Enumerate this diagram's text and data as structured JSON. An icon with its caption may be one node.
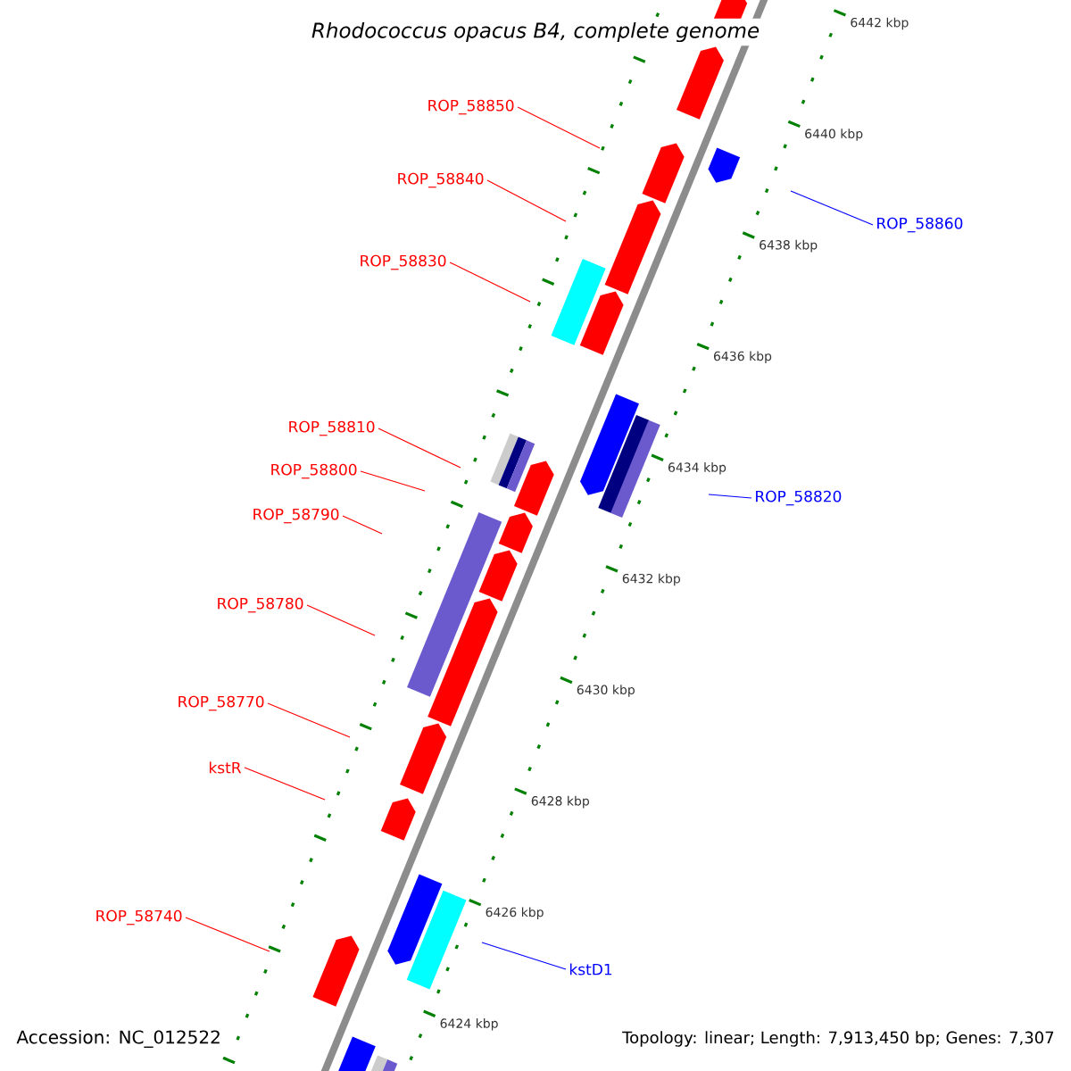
{
  "diagram": {
    "title": "Rhodococcus opacus B4, complete genome",
    "nodes": [
      {
        "text": [
          "ROP_58850"
        ]
      },
      {
        "text": [
          "ROP_58840"
        ]
      },
      {
        "text": [
          "ROP_58830"
        ]
      },
      {
        "text": [
          "ROP_58810"
        ]
      },
      {
        "text": [
          "ROP_58800"
        ]
      },
      {
        "text": [
          "ROP_58790"
        ]
      },
      {
        "text": [
          "ROP_58780"
        ]
      },
      {
        "text": [
          "ROP_58770"
        ]
      },
      {
        "text": [
          "kstR"
        ]
      },
      {
        "text": [
          "ROP_58740"
        ]
      },
      {
        "text": [
          "ROP_58860"
        ]
      },
      {
        "text": [
          "ROP_58820"
        ]
      },
      {
        "text": [
          "kstD1"
        ]
      }
    ],
    "edges": [
      {
        "from": 0,
        "to": null,
        "arrow": "none"
      },
      {
        "from": 1,
        "to": null,
        "arrow": "none"
      },
      {
        "from": 2,
        "to": null,
        "arrow": "none"
      },
      {
        "from": 3,
        "to": null,
        "arrow": "none"
      },
      {
        "from": 4,
        "to": null,
        "arrow": "none"
      },
      {
        "from": 5,
        "to": null,
        "arrow": "none"
      },
      {
        "from": 6,
        "to": null,
        "arrow": "none"
      },
      {
        "from": 7,
        "to": null,
        "arrow": "none"
      },
      {
        "from": 8,
        "to": null,
        "arrow": "none"
      },
      {
        "from": 9,
        "to": null,
        "arrow": "none"
      },
      {
        "from": 10,
        "to": null,
        "arrow": "none",
        "color": "#0000ff"
      },
      {
        "from": 11,
        "to": null,
        "arrow": "none",
        "color": "#0000ff"
      },
      {
        "from": 12,
        "to": null,
        "arrow": "none",
        "color": "#0000ff"
      }
    ],
    "labels": [
      "6442 kbp",
      "6440 kbp",
      "6438 kbp",
      "6436 kbp",
      "6434 kbp",
      "6432 kbp",
      "6430 kbp",
      "6428 kbp",
      "6426 kbp",
      "6424 kbp",
      "Accession: NC_012522",
      "Topology: linear; Length: 7,913,450 bp; Genes: 7,307"
    ]
  }
}
